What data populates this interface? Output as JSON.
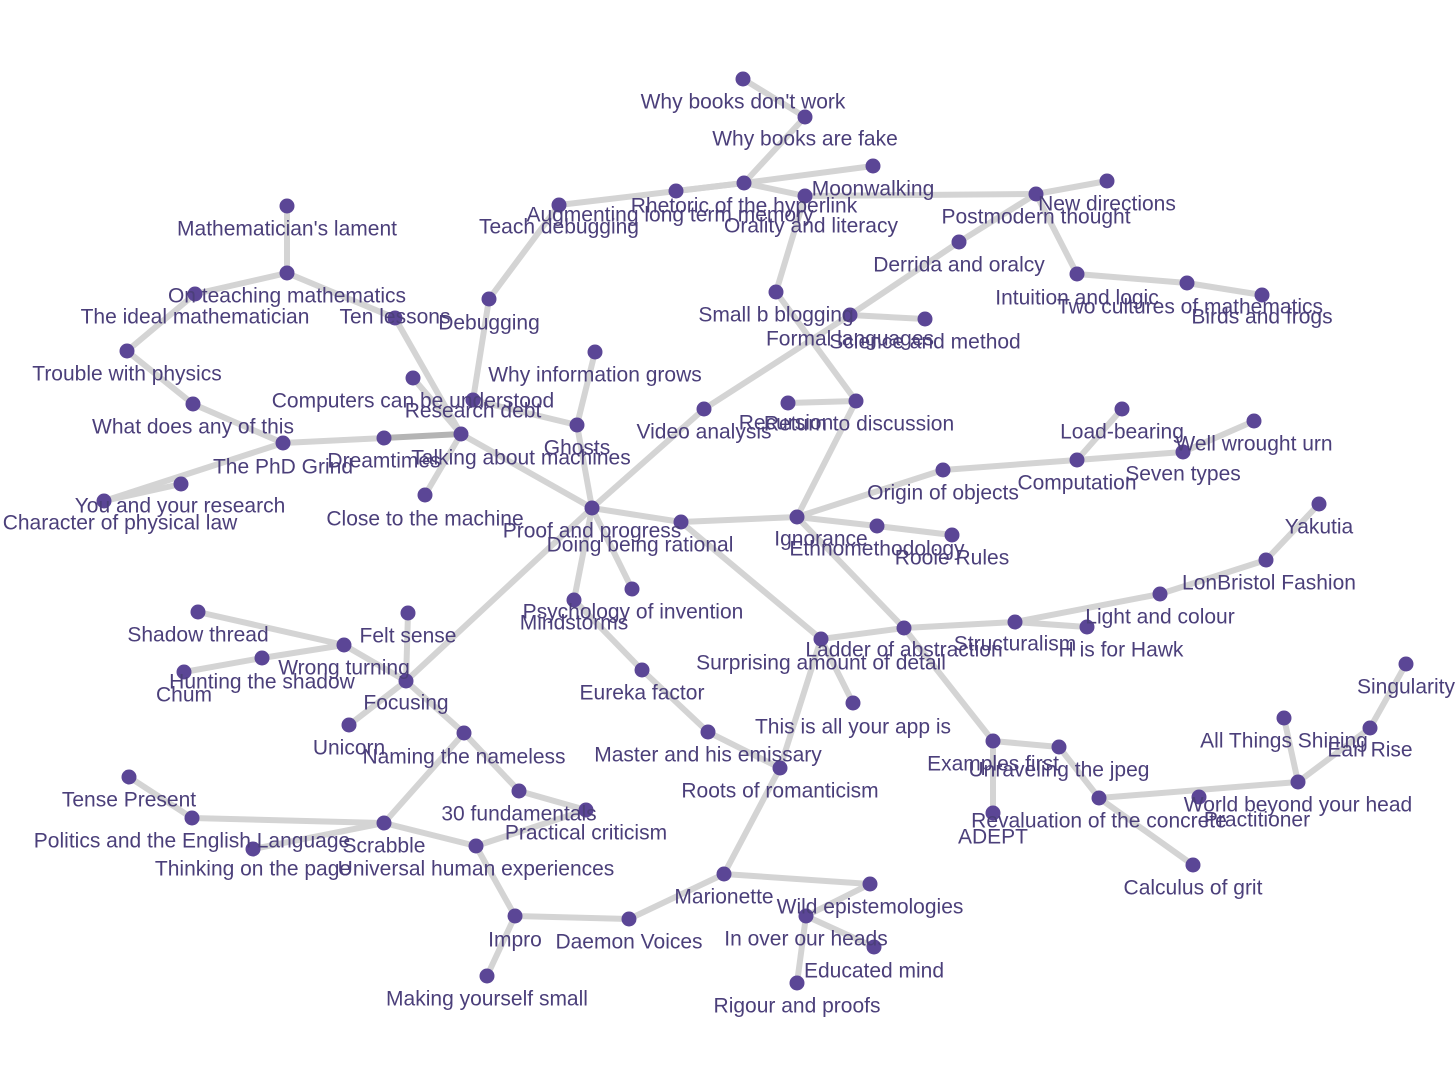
{
  "theme": {
    "edge_color": "#d4d4d4",
    "node_color": "#5b4696",
    "label_color": "#4b3f7a"
  },
  "nodes": [
    {
      "id": "n1",
      "label": "Why books don't work"
    },
    {
      "id": "n2",
      "label": "Why books are fake"
    },
    {
      "id": "n3",
      "label": "Moonwalking"
    },
    {
      "id": "n4",
      "label": "Rhetoric of the hyperlink"
    },
    {
      "id": "n5",
      "label": "Augmenting long term memory"
    },
    {
      "id": "n6",
      "label": "Teach debugging"
    },
    {
      "id": "n7",
      "label": "Orality and literacy"
    },
    {
      "id": "n8",
      "label": "New directions"
    },
    {
      "id": "n9",
      "label": "Postmodern thought"
    },
    {
      "id": "n10",
      "label": "Derrida and oralcy"
    },
    {
      "id": "n11",
      "label": "Intuition and logic"
    },
    {
      "id": "n12",
      "label": "Two cultures of mathematics"
    },
    {
      "id": "n13",
      "label": "Birds and frogs"
    },
    {
      "id": "n14",
      "label": "Small b blogging"
    },
    {
      "id": "n15",
      "label": "Formal languages"
    },
    {
      "id": "n16",
      "label": "Science and method"
    },
    {
      "id": "n17",
      "label": "Mathematician's lament"
    },
    {
      "id": "n18",
      "label": "On teaching mathematics"
    },
    {
      "id": "n19",
      "label": "The ideal mathematician"
    },
    {
      "id": "n20",
      "label": "Ten lessons"
    },
    {
      "id": "n21",
      "label": "Debugging"
    },
    {
      "id": "n22",
      "label": "Trouble with physics"
    },
    {
      "id": "n23",
      "label": "Why information grows"
    },
    {
      "id": "n24",
      "label": "Computers can be understood"
    },
    {
      "id": "n25",
      "label": "Research debt"
    },
    {
      "id": "n26",
      "label": "What does any of this"
    },
    {
      "id": "n27",
      "label": "Dreamtimes"
    },
    {
      "id": "n28",
      "label": "Talking about machines"
    },
    {
      "id": "n29",
      "label": "The PhD Grind"
    },
    {
      "id": "n30",
      "label": "Ghosts"
    },
    {
      "id": "n31",
      "label": "Video analysis"
    },
    {
      "id": "n32",
      "label": "Return to discussion"
    },
    {
      "id": "n33",
      "label": "Recursion"
    },
    {
      "id": "n34",
      "label": "Load-bearing"
    },
    {
      "id": "n35",
      "label": "Well wrought urn"
    },
    {
      "id": "n36",
      "label": "Seven types"
    },
    {
      "id": "n37",
      "label": "Computation"
    },
    {
      "id": "n38",
      "label": "You and your research"
    },
    {
      "id": "n39",
      "label": "Character of physical law"
    },
    {
      "id": "n40",
      "label": "Close to the machine"
    },
    {
      "id": "n41",
      "label": "Origin of objects"
    },
    {
      "id": "n42",
      "label": "Proof and progress"
    },
    {
      "id": "n43",
      "label": "Doing being rational"
    },
    {
      "id": "n44",
      "label": "Ignorance"
    },
    {
      "id": "n45",
      "label": "Ethnomethodology"
    },
    {
      "id": "n46",
      "label": "Rooie Rules"
    },
    {
      "id": "n47",
      "label": "Yakutia"
    },
    {
      "id": "n48",
      "label": "LonBristol Fashion"
    },
    {
      "id": "n49",
      "label": "Light and colour"
    },
    {
      "id": "n50",
      "label": "Shadow thread"
    },
    {
      "id": "n51",
      "label": "Felt sense"
    },
    {
      "id": "n52",
      "label": "Psychology of invention"
    },
    {
      "id": "n53",
      "label": "Mindstorms"
    },
    {
      "id": "n54",
      "label": "Wrong turning"
    },
    {
      "id": "n55",
      "label": "Hunting the shadow"
    },
    {
      "id": "n56",
      "label": "Chum"
    },
    {
      "id": "n57",
      "label": "Focusing"
    },
    {
      "id": "n58",
      "label": "Surprising amount of detail"
    },
    {
      "id": "n59",
      "label": "Ladder of abstraction"
    },
    {
      "id": "n60",
      "label": "Structuralism"
    },
    {
      "id": "n61",
      "label": "H is for Hawk"
    },
    {
      "id": "n62",
      "label": "Eureka factor"
    },
    {
      "id": "n63",
      "label": "Singularity"
    },
    {
      "id": "n64",
      "label": "This is all your app is"
    },
    {
      "id": "n65",
      "label": "Unicorn"
    },
    {
      "id": "n66",
      "label": "Naming the nameless"
    },
    {
      "id": "n67",
      "label": "Master and his emissary"
    },
    {
      "id": "n68",
      "label": "All Things Shining"
    },
    {
      "id": "n69",
      "label": "Earl Rise"
    },
    {
      "id": "n70",
      "label": "Examples first"
    },
    {
      "id": "n71",
      "label": "Unraveling the jpeg"
    },
    {
      "id": "n72",
      "label": "Roots of romanticism"
    },
    {
      "id": "n73",
      "label": "Tense Present"
    },
    {
      "id": "n74",
      "label": "World beyond your head"
    },
    {
      "id": "n75",
      "label": "30 fundamentals"
    },
    {
      "id": "n76",
      "label": "Revaluation of the concrete"
    },
    {
      "id": "n77",
      "label": "Practitioner"
    },
    {
      "id": "n78",
      "label": "ADEPT"
    },
    {
      "id": "n79",
      "label": "Practical criticism"
    },
    {
      "id": "n80",
      "label": "Politics and the English Language"
    },
    {
      "id": "n81",
      "label": "Scrabble"
    },
    {
      "id": "n82",
      "label": "Thinking on the page"
    },
    {
      "id": "n83",
      "label": "Universal human experiences"
    },
    {
      "id": "n84",
      "label": "Calculus of grit"
    },
    {
      "id": "n85",
      "label": "Marionette"
    },
    {
      "id": "n86",
      "label": "Wild epistemologies"
    },
    {
      "id": "n87",
      "label": "Impro"
    },
    {
      "id": "n88",
      "label": "Daemon Voices"
    },
    {
      "id": "n89",
      "label": "In over our heads"
    },
    {
      "id": "n90",
      "label": "Educated mind"
    },
    {
      "id": "n91",
      "label": "Making yourself small"
    },
    {
      "id": "n92",
      "label": "Rigour and proofs"
    }
  ],
  "edges": [
    [
      "n1",
      "n2"
    ],
    [
      "n2",
      "n4"
    ],
    [
      "n3",
      "n4"
    ],
    [
      "n4",
      "n7"
    ],
    [
      "n5",
      "n4"
    ],
    [
      "n6",
      "n4"
    ],
    [
      "n6",
      "n21"
    ],
    [
      "n7",
      "n9"
    ],
    [
      "n7",
      "n14"
    ],
    [
      "n8",
      "n9"
    ],
    [
      "n9",
      "n10"
    ],
    [
      "n9",
      "n11"
    ],
    [
      "n11",
      "n12"
    ],
    [
      "n12",
      "n13"
    ],
    [
      "n10",
      "n15"
    ],
    [
      "n15",
      "n16"
    ],
    [
      "n14",
      "n33"
    ],
    [
      "n15",
      "n31"
    ],
    [
      "n31",
      "n42"
    ],
    [
      "n33",
      "n32"
    ],
    [
      "n33",
      "n44"
    ],
    [
      "n17",
      "n18"
    ],
    [
      "n18",
      "n19"
    ],
    [
      "n18",
      "n20"
    ],
    [
      "n19",
      "n22"
    ],
    [
      "n22",
      "n26"
    ],
    [
      "n26",
      "n29"
    ],
    [
      "n29",
      "n27"
    ],
    [
      "n27",
      "n28"
    ],
    [
      "n29",
      "n38"
    ],
    [
      "n38",
      "n39"
    ],
    [
      "n20",
      "n28"
    ],
    [
      "n24",
      "n28"
    ],
    [
      "n21",
      "n25"
    ],
    [
      "n25",
      "n30"
    ],
    [
      "n23",
      "n30"
    ],
    [
      "n28",
      "n40"
    ],
    [
      "n28",
      "n42"
    ],
    [
      "n30",
      "n42"
    ],
    [
      "n42",
      "n43"
    ],
    [
      "n43",
      "n44"
    ],
    [
      "n44",
      "n45"
    ],
    [
      "n45",
      "n46"
    ],
    [
      "n44",
      "n41"
    ],
    [
      "n41",
      "n37"
    ],
    [
      "n37",
      "n34"
    ],
    [
      "n37",
      "n36"
    ],
    [
      "n36",
      "n35"
    ],
    [
      "n42",
      "n52"
    ],
    [
      "n42",
      "n53"
    ],
    [
      "n42",
      "n57"
    ],
    [
      "n43",
      "n58"
    ],
    [
      "n44",
      "n59"
    ],
    [
      "n59",
      "n60"
    ],
    [
      "n60",
      "n61"
    ],
    [
      "n60",
      "n49"
    ],
    [
      "n49",
      "n48"
    ],
    [
      "n48",
      "n47"
    ],
    [
      "n59",
      "n58"
    ],
    [
      "n58",
      "n64"
    ],
    [
      "n58",
      "n72"
    ],
    [
      "n59",
      "n70"
    ],
    [
      "n70",
      "n71"
    ],
    [
      "n70",
      "n78"
    ],
    [
      "n71",
      "n76"
    ],
    [
      "n76",
      "n74"
    ],
    [
      "n74",
      "n68"
    ],
    [
      "n74",
      "n69"
    ],
    [
      "n69",
      "n63"
    ],
    [
      "n76",
      "n84"
    ],
    [
      "n53",
      "n62"
    ],
    [
      "n62",
      "n67"
    ],
    [
      "n67",
      "n72"
    ],
    [
      "n72",
      "n85"
    ],
    [
      "n85",
      "n88"
    ],
    [
      "n88",
      "n87"
    ],
    [
      "n87",
      "n83"
    ],
    [
      "n87",
      "n91"
    ],
    [
      "n85",
      "n86"
    ],
    [
      "n86",
      "n89"
    ],
    [
      "n89",
      "n90"
    ],
    [
      "n89",
      "n92"
    ],
    [
      "n57",
      "n51"
    ],
    [
      "n57",
      "n54"
    ],
    [
      "n54",
      "n50"
    ],
    [
      "n54",
      "n55"
    ],
    [
      "n55",
      "n56"
    ],
    [
      "n57",
      "n65"
    ],
    [
      "n57",
      "n66"
    ],
    [
      "n66",
      "n75"
    ],
    [
      "n75",
      "n79"
    ],
    [
      "n66",
      "n81"
    ],
    [
      "n81",
      "n80"
    ],
    [
      "n80",
      "n73"
    ],
    [
      "n81",
      "n82"
    ],
    [
      "n81",
      "n83"
    ],
    [
      "n79",
      "n83"
    ]
  ],
  "dark_edges": [
    [
      "n27",
      "n28"
    ]
  ]
}
